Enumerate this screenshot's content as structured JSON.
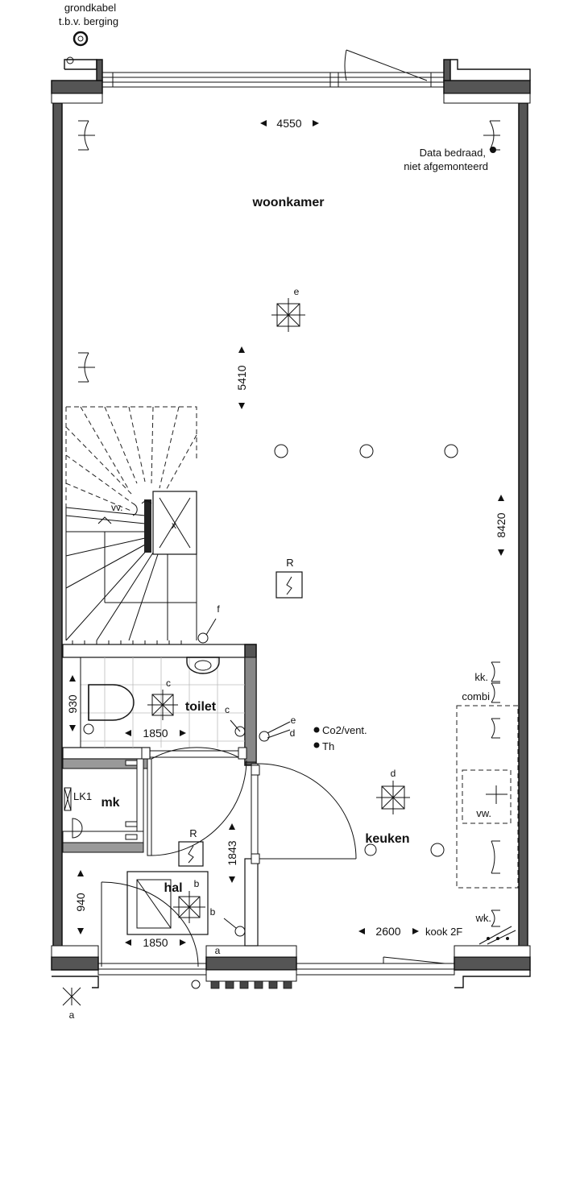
{
  "annotations": {
    "grondkabel_line1": "grondkabel",
    "grondkabel_line2": "t.b.v. berging",
    "data_line1": "Data bedraad,",
    "data_line2": "niet afgemonteerd",
    "co2": "Co2/vent.",
    "th": "Th",
    "kk": "kk.",
    "combi": "combi",
    "vw": "vw.",
    "wk": "wk.",
    "kook": "kook 2F",
    "vv": "vv.",
    "lk1": "LK1"
  },
  "rooms": {
    "woonkamer": "woonkamer",
    "toilet": "toilet",
    "mk": "mk",
    "keuken": "keuken",
    "hal": "hal"
  },
  "dimensions": {
    "top_width": "4550",
    "middle_depth": "5410",
    "right_depth": "8420",
    "toilet_width": "1850",
    "toilet_depth": "930",
    "hall_depth": "940",
    "hall_width": "1850",
    "hall_door": "1843",
    "kitchen_width": "2600"
  },
  "markers": {
    "e": "e",
    "c": "c",
    "d": "d",
    "f": "f",
    "b": "b",
    "a": "a",
    "R": "R",
    "x": "x"
  }
}
